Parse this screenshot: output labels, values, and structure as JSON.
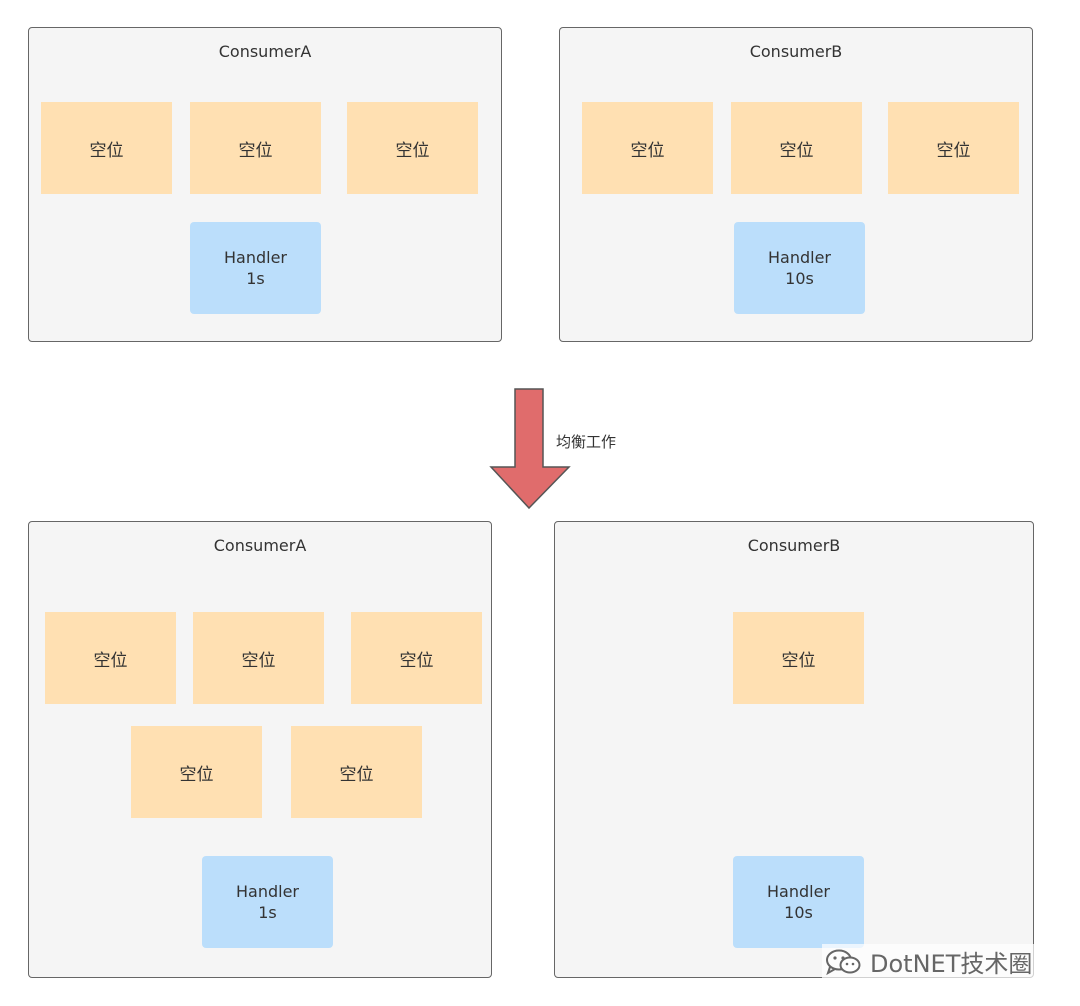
{
  "top": {
    "consumer_a": {
      "title": "ConsumerA",
      "slots": [
        "空位",
        "空位",
        "空位"
      ],
      "handler": {
        "name": "Handler",
        "time": "1s"
      }
    },
    "consumer_b": {
      "title": "ConsumerB",
      "slots": [
        "空位",
        "空位",
        "空位"
      ],
      "handler": {
        "name": "Handler",
        "time": "10s"
      }
    }
  },
  "arrow": {
    "label": "均衡工作",
    "color": "#e06c6c"
  },
  "bottom": {
    "consumer_a": {
      "title": "ConsumerA",
      "slots": [
        "空位",
        "空位",
        "空位",
        "空位",
        "空位"
      ],
      "handler": {
        "name": "Handler",
        "time": "1s"
      }
    },
    "consumer_b": {
      "title": "ConsumerB",
      "slots": [
        "空位"
      ],
      "handler": {
        "name": "Handler",
        "time": "10s"
      }
    }
  },
  "watermark": {
    "text": "DotNET技术圈",
    "icon": "wechat-icon"
  },
  "colors": {
    "slot": "#ffe0b2",
    "handler": "#bbdefb",
    "panel": "#f5f5f5"
  }
}
